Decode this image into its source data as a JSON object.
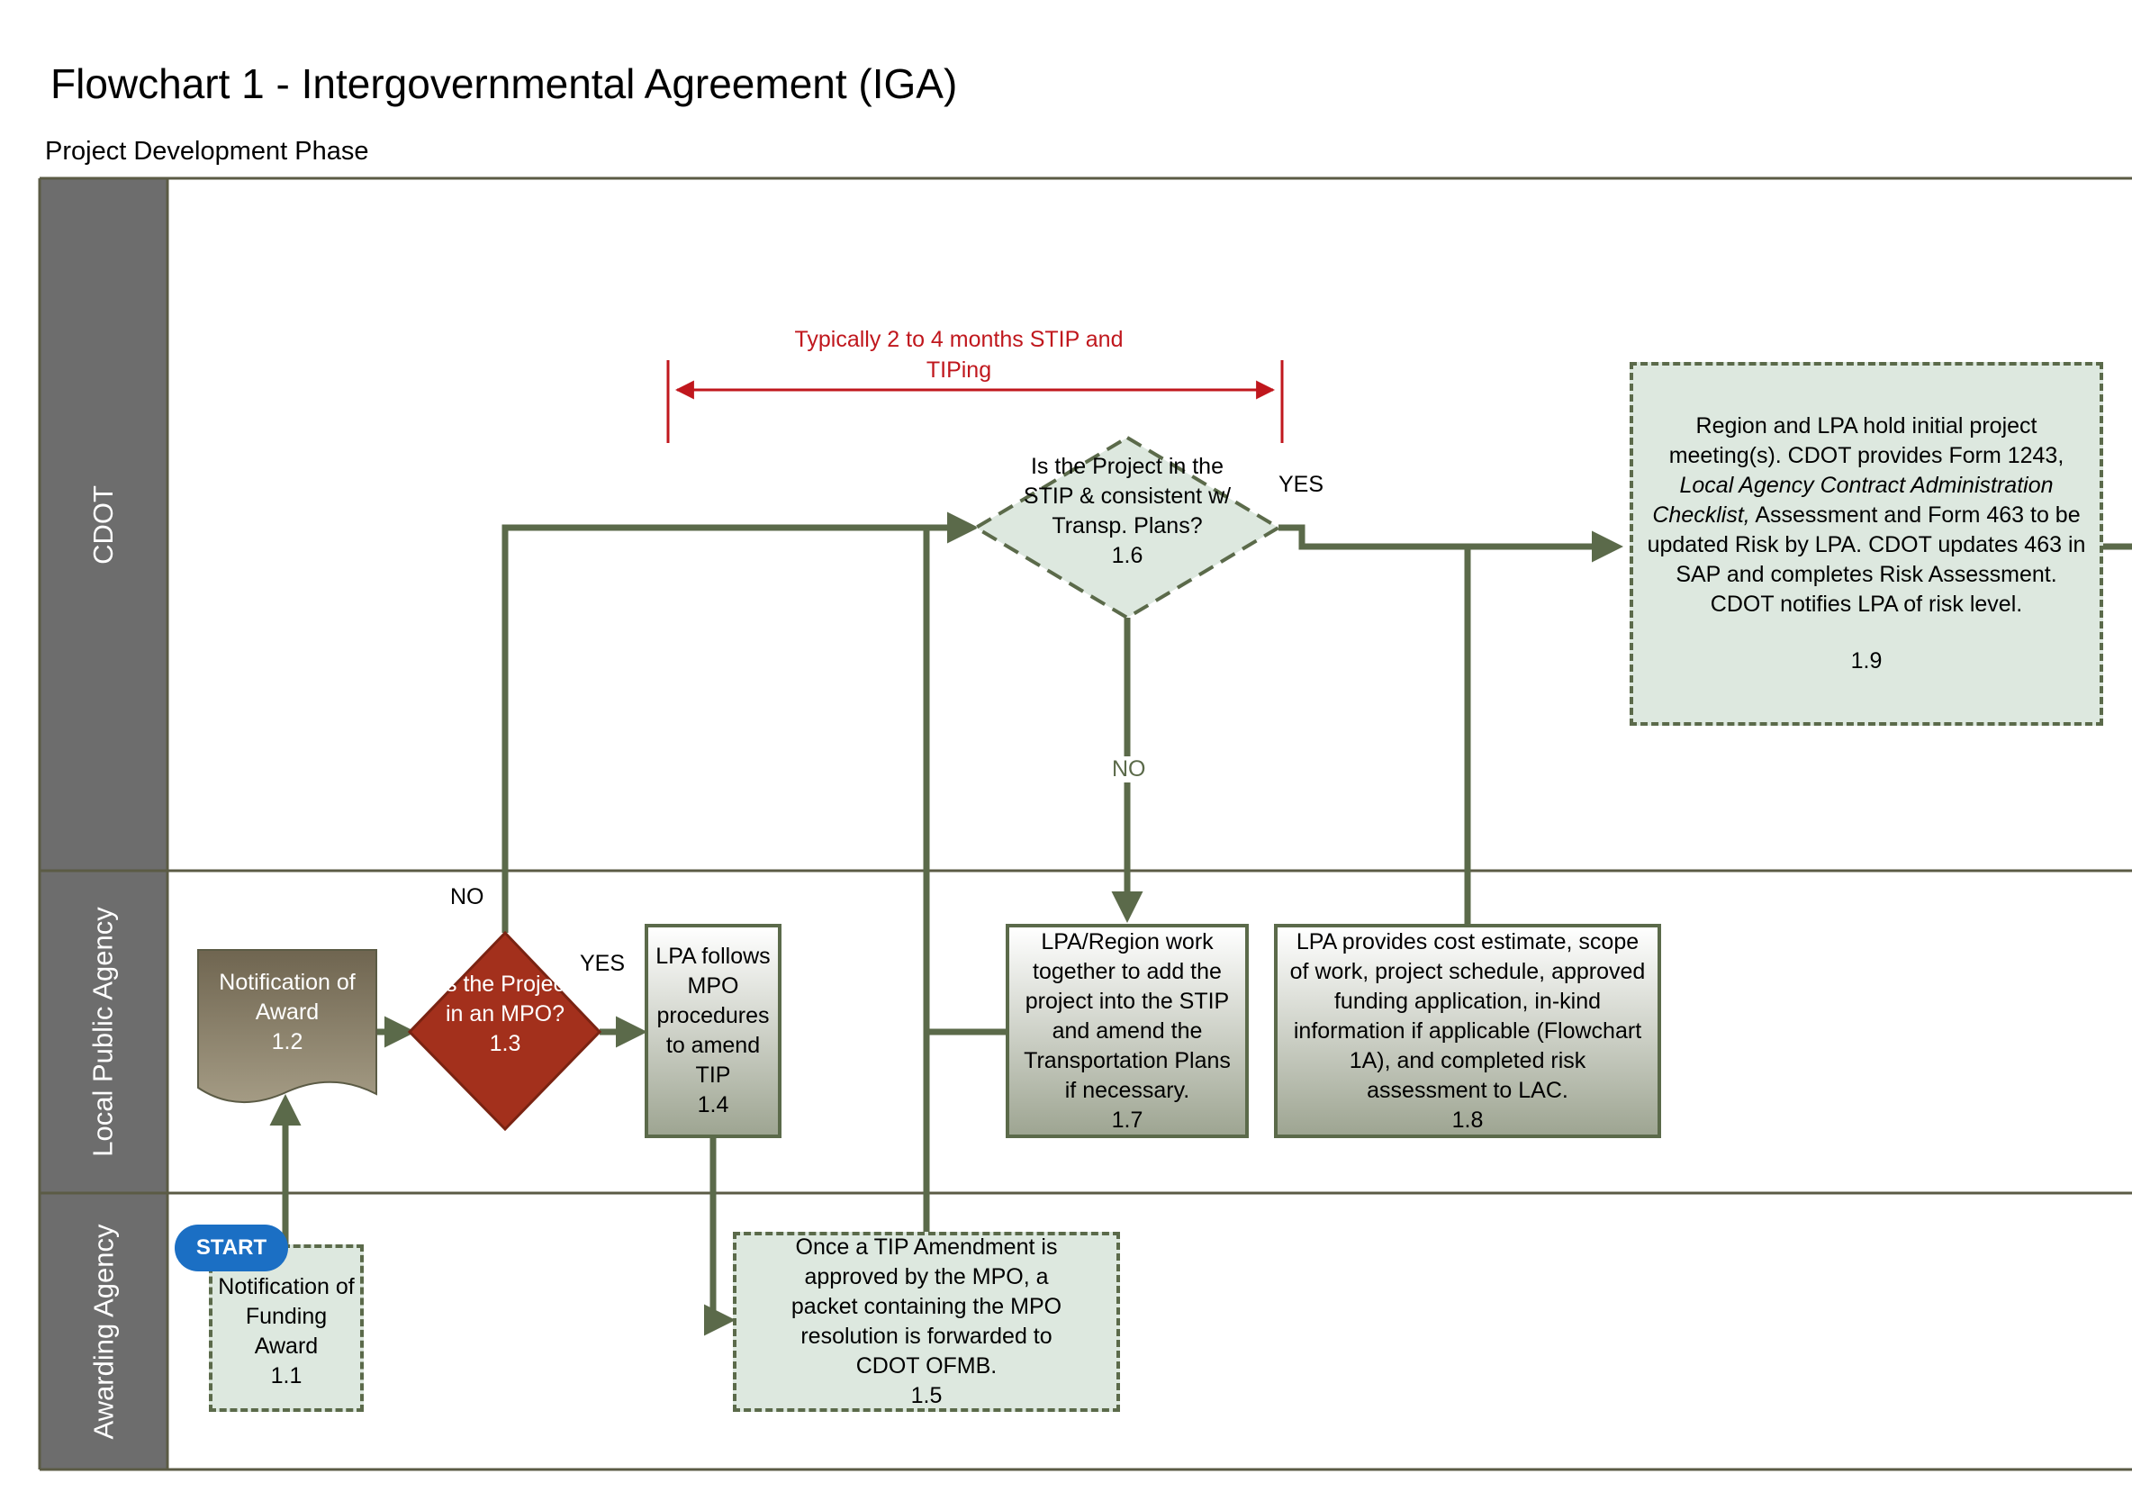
{
  "title": "Flowchart 1 - Intergovernmental Agreement (IGA)",
  "subtitle": "Project Development Phase",
  "lanes": [
    {
      "label": "CDOT"
    },
    {
      "label": "Local Public Agency"
    },
    {
      "label": "Awarding Agency"
    }
  ],
  "start_label": "START",
  "duration_note": "Typically 2 to 4 months STIP and TIPing",
  "connector_labels": {
    "no_1_3": "NO",
    "yes_1_3": "YES",
    "yes_1_6": "YES",
    "no_1_6": "NO"
  },
  "nodes": {
    "n1_1": {
      "text": "Notification of Funding Award",
      "num": "1.1"
    },
    "n1_2": {
      "text": "Notification of Award",
      "num": "1.2"
    },
    "n1_3": {
      "text": "Is the Project in an MPO?",
      "num": "1.3"
    },
    "n1_4": {
      "text": "LPA follows MPO procedures to amend TIP",
      "num": "1.4"
    },
    "n1_5": {
      "text": "Once a TIP Amendment is approved by the MPO, a packet containing the MPO resolution is forwarded to CDOT OFMB.",
      "num": "1.5"
    },
    "n1_6": {
      "text": "Is the Project in the STIP & consistent w/ Transp.  Plans?",
      "num": "1.6"
    },
    "n1_7": {
      "text": "LPA/Region work together to add the project into the STIP and amend the Transportation Plans if necessary.",
      "num": "1.7"
    },
    "n1_8": {
      "text": "LPA provides cost estimate, scope of work, project schedule, approved funding application, in-kind information if applicable (Flowchart 1A), and completed risk assessment to LAC.",
      "num": "1.8"
    },
    "n1_9": {
      "text_part1": "Region and LPA hold initial project meeting(s). CDOT provides Form 1243, ",
      "text_italic": "Local Agency Contract Administration Checklist,",
      "text_part2": " Assessment and Form 463 to be updated Risk by LPA. CDOT updates 463 in SAP and completes Risk Assessment. CDOT notifies LPA of risk level.",
      "num": "1.9"
    }
  },
  "colors": {
    "lane_header": "#6d6d6d",
    "line": "#5b6a4a",
    "dashed_fill": "#dde8df",
    "document_fill": "#7a6f58",
    "decision_red": "#a3301c",
    "start_blue": "#1b6fc4",
    "note_red": "#c0171d"
  }
}
